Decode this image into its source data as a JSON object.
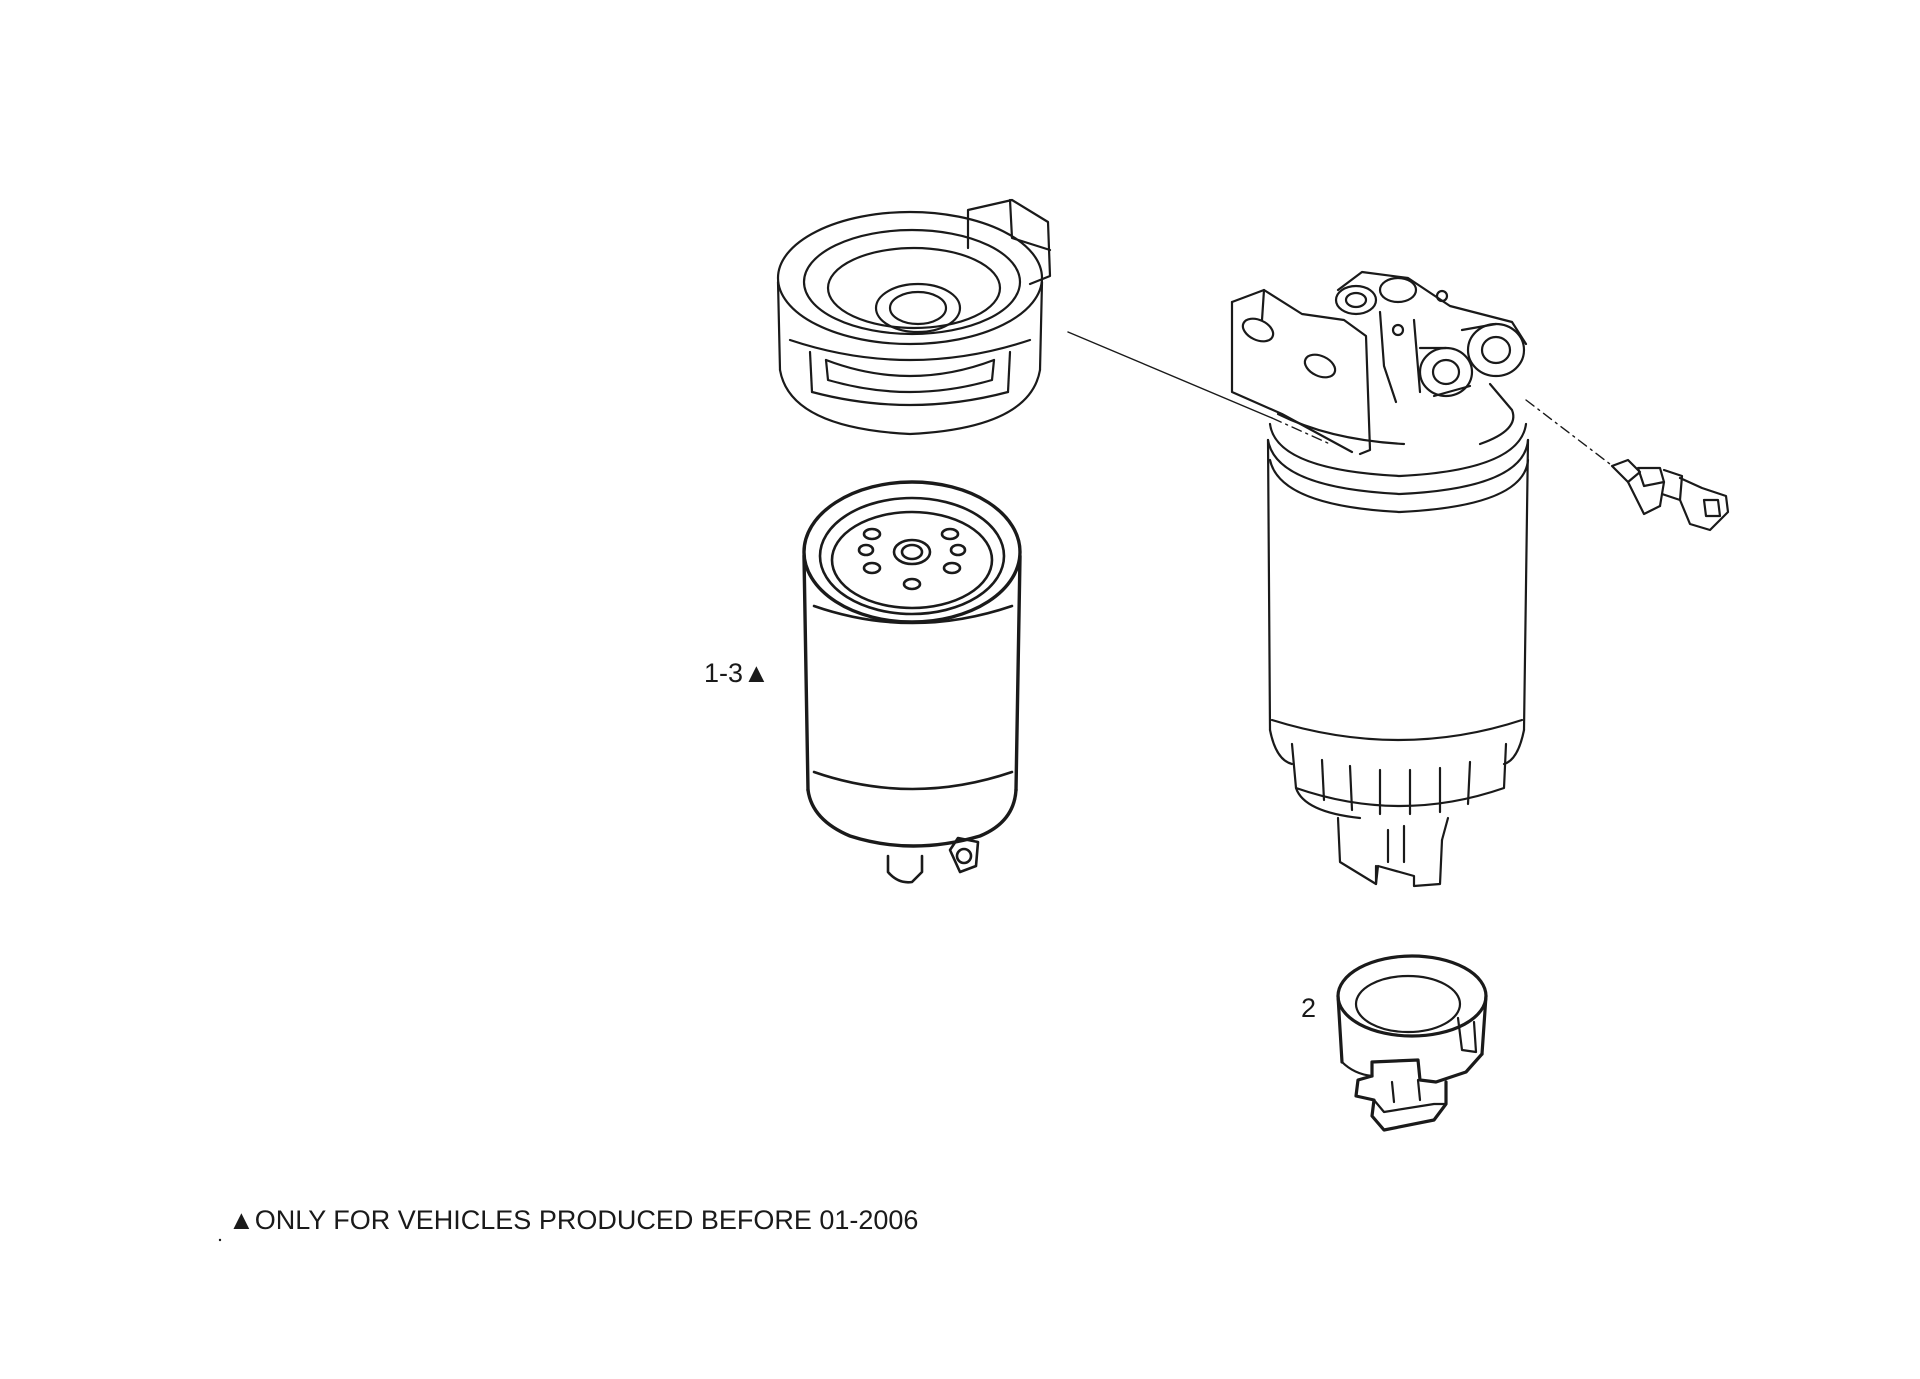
{
  "callouts": {
    "filter_element": "1-3",
    "water_sensor_cap": "2"
  },
  "marker_symbol": "▲",
  "footnote": {
    "marker": "▲",
    "text": "ONLY FOR VEHICLES PRODUCED BEFORE 01-2006"
  },
  "colors": {
    "line": "#1a1a1a",
    "background": "#ffffff"
  }
}
